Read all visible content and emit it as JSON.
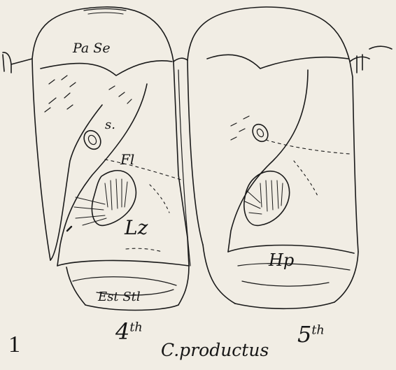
{
  "figure_number": "1",
  "species": "C.productus",
  "segments": [
    {
      "ordinal": "4",
      "suffix": "th"
    },
    {
      "ordinal": "5",
      "suffix": "th"
    }
  ],
  "labels": {
    "pa_se": "Pa Se",
    "s": "s.",
    "fl": "Fl",
    "lz": "Lz",
    "est_stl": "Est Stl",
    "hp": "Hp"
  },
  "colors": {
    "paper": "#f1ede4",
    "ink": "#1a1a1a"
  }
}
